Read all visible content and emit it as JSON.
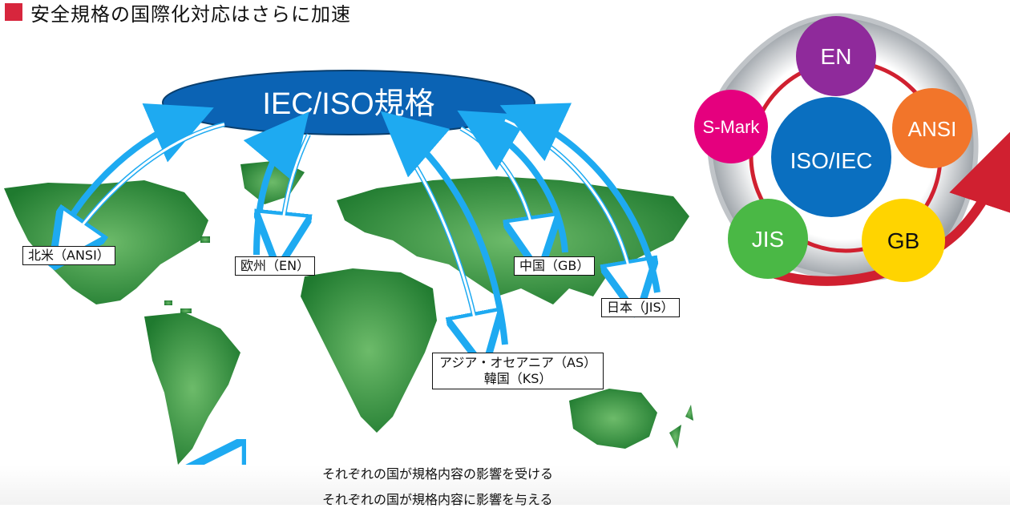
{
  "title": "安全規格の国際化対応はさらに加速",
  "center_label": "IEC/ISO規格",
  "regions": {
    "north_america": "北米（ANSI）",
    "europe": "欧州（EN）",
    "china": "中国（GB）",
    "japan": "日本（JIS）",
    "asia_oceania_line1": "アジア・オセアニア（AS）",
    "asia_oceania_line2": "韓国（KS）"
  },
  "legend": {
    "receive": "それぞれの国が規格内容の影響を受ける",
    "give": "それぞれの国が規格内容に影響を与える"
  },
  "standards_cycle": {
    "center": "ISO/IEC",
    "nodes": [
      "EN",
      "ANSI",
      "GB",
      "JIS",
      "S-Mark"
    ]
  },
  "colors": {
    "title_marker": "#d7263d",
    "ellipse": "#0b63b4",
    "arrow_blue": "#1eaaf1",
    "land_green": "#2f8f3a",
    "node_en": "#8f2a9b",
    "node_ansi": "#f2752a",
    "node_gb": "#ffd400",
    "node_jis": "#4ab845",
    "node_smark": "#e5007e",
    "node_center": "#0a6fc0",
    "ring_red": "#d02030"
  }
}
